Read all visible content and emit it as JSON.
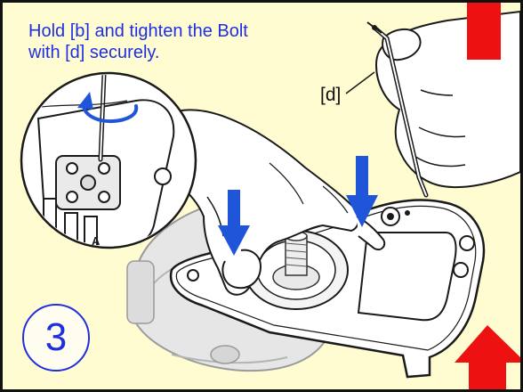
{
  "instruction": {
    "line1": "Hold [b] and tighten the Bolt",
    "line2": "with [d] securely."
  },
  "callout": {
    "label": "[d]"
  },
  "step": {
    "number": "3"
  },
  "inset": {
    "connector_letter": "A"
  },
  "colors": {
    "background": "#fffcd2",
    "frame": "#111111",
    "instruction_text": "#1f2fe0",
    "direction_arrow": "#1f55d8",
    "marker_red": "#ee1111",
    "outline": "#222222"
  },
  "icons": [
    "rotate-arrow-icon",
    "down-arrow-icon",
    "red-up-arrow-icon",
    "red-marker-icon"
  ]
}
